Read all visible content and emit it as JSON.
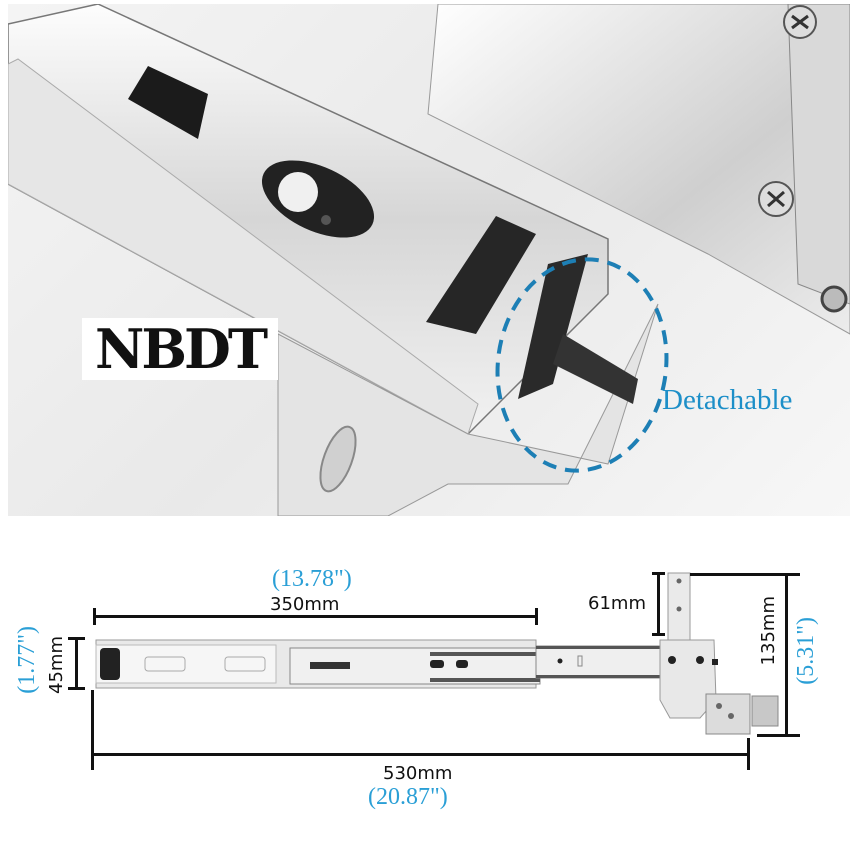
{
  "photo": {
    "subject": "drawer-slide-closeup",
    "logo_text": "NBDT",
    "callout_label": "Detachable",
    "callout_color": "#1d8fc8"
  },
  "diagram": {
    "top_length": {
      "mm": "350mm",
      "inch": "(13.78\")"
    },
    "height_left": {
      "mm": "45mm",
      "inch": "(1.77\")"
    },
    "bracket_top": {
      "mm": "61mm"
    },
    "height_right": {
      "mm": "135mm",
      "inch": "(5.31\")"
    },
    "total_length": {
      "mm": "530mm",
      "inch": "(20.87\")"
    },
    "inch_color": "#2a9fd6",
    "line_color": "#111111"
  }
}
